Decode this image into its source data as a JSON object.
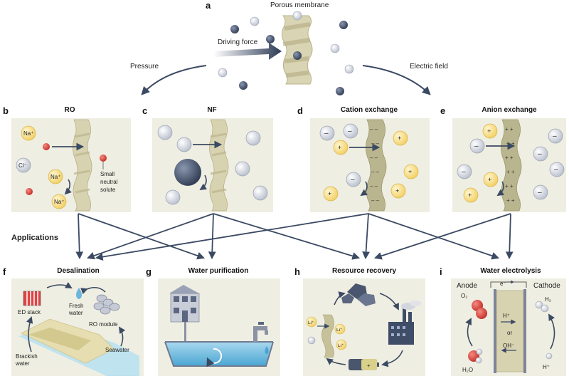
{
  "top": {
    "letter": "a",
    "membrane_label": "Porous membrane",
    "driving_force": "Driving force",
    "pressure": "Pressure",
    "electric_field": "Electric field"
  },
  "panels": {
    "b": {
      "letter": "b",
      "title": "RO",
      "na1": "Na⁺",
      "cl": "Cl⁻",
      "na2": "Na⁺",
      "na3": "Na⁺",
      "solute": [
        "Small",
        "neutral",
        "solute"
      ]
    },
    "c": {
      "letter": "c",
      "title": "NF"
    },
    "d": {
      "letter": "d",
      "title": "Cation exchange"
    },
    "e": {
      "letter": "e",
      "title": "Anion exchange"
    }
  },
  "applications_label": "Applications",
  "apps": {
    "f": {
      "letter": "f",
      "title": "Desalination",
      "fresh": [
        "Fresh",
        "water"
      ],
      "ed_stack": "ED stack",
      "ro_module": "RO module",
      "brackish": [
        "Brackish",
        "water"
      ],
      "seawater": "Seawater"
    },
    "g": {
      "letter": "g",
      "title": "Water purification"
    },
    "h": {
      "letter": "h",
      "title": "Resource recovery",
      "li1": "Li⁺",
      "li2": "Li⁺",
      "li3": "Li⁺"
    },
    "i": {
      "letter": "i",
      "title": "Water electrolysis",
      "anode": "Anode",
      "cathode": "Cathode",
      "electron": "e⁻",
      "o2": "O₂",
      "h2": "H₂",
      "h_plus": "H⁺",
      "or": "or",
      "oh_minus": "OH⁻",
      "h2o": "H₂O",
      "h_plus_bottom": "H⁺"
    }
  },
  "colors": {
    "panel_bg": "#efeee2",
    "membrane": "#d7d2b0",
    "ion_dark": "#3f4d66",
    "ion_light": "#c7ccd8",
    "na_fill": "#f6dc86",
    "red": "#d6403a",
    "arrow": "#3b4a63"
  }
}
